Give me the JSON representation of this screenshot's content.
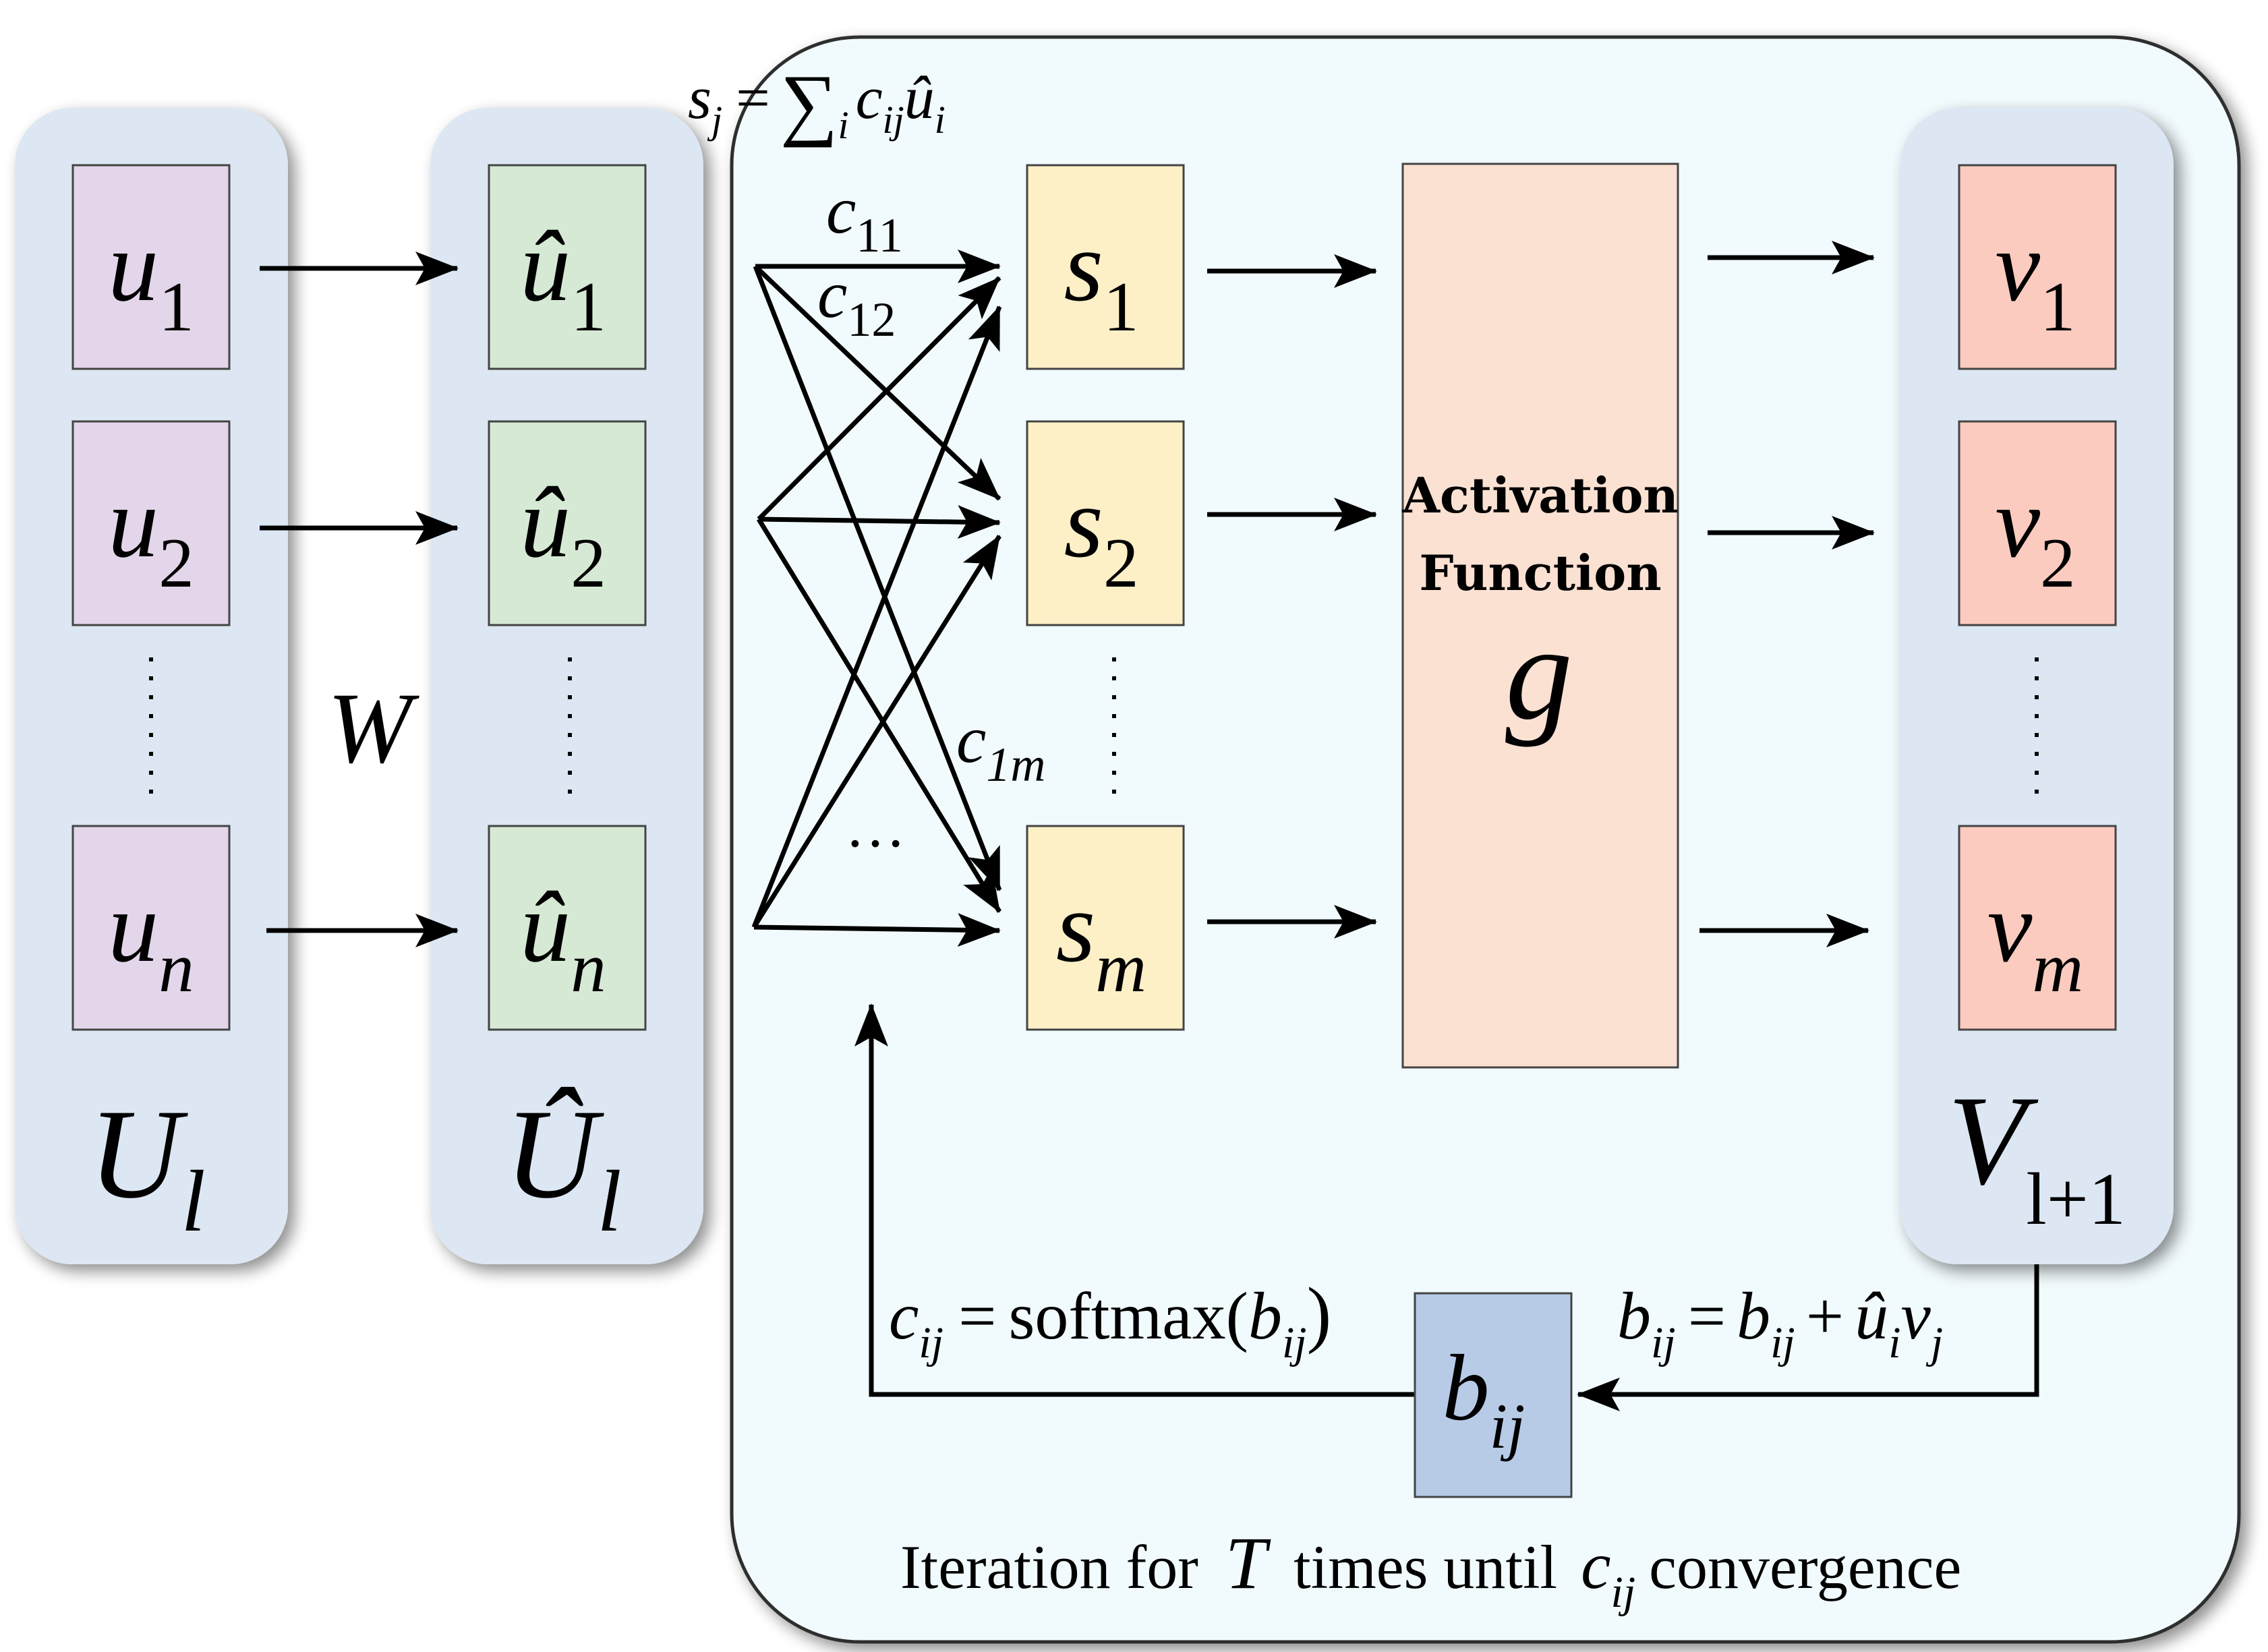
{
  "colors": {
    "iteration_panel": "#f1fafd",
    "panel_border": "#2f2f2f",
    "column_bg": "#dce7f3",
    "u_box": "#e3d6ea",
    "uhat_box": "#d6e9d4",
    "s_box": "#fdf0c7",
    "activation_box": "#fbe1d2",
    "v_box": "#fbcbc0",
    "b_box": "#b7cbe7",
    "stroke": "#000000"
  },
  "input_capsules": {
    "items": [
      {
        "symbol": "u",
        "subscript": "1"
      },
      {
        "symbol": "u",
        "subscript": "2"
      },
      {
        "symbol": "u",
        "subscript": "n"
      }
    ],
    "label": {
      "symbol": "U",
      "subscript": "l"
    }
  },
  "weight_label": "W",
  "prediction_vectors": {
    "items": [
      {
        "symbol": "û",
        "subscript": "1"
      },
      {
        "symbol": "û",
        "subscript": "2"
      },
      {
        "symbol": "û",
        "subscript": "n"
      }
    ],
    "label": {
      "symbol": "Û",
      "subscript": "l"
    }
  },
  "sum_formula": {
    "lhs": "s",
    "lhs_sub": "j",
    "eq": "=",
    "sigma": "∑",
    "sigma_sub": "i",
    "c": "c",
    "c_sub": "ij",
    "u": "û",
    "u_sub": "i"
  },
  "coupling_labels": [
    {
      "symbol": "c",
      "subscript": "11"
    },
    {
      "symbol": "c",
      "subscript": "12"
    },
    {
      "symbol": "c",
      "subscript": "1m"
    }
  ],
  "ellipsis": "…",
  "weighted_sums": {
    "items": [
      {
        "symbol": "s",
        "subscript": "1"
      },
      {
        "symbol": "s",
        "subscript": "2"
      },
      {
        "symbol": "s",
        "subscript": "m"
      }
    ]
  },
  "activation": {
    "line1": "Activation",
    "line2": "Function",
    "symbol": "g"
  },
  "output_capsules": {
    "items": [
      {
        "symbol": "v",
        "subscript": "1"
      },
      {
        "symbol": "v",
        "subscript": "2"
      },
      {
        "symbol": "v",
        "subscript": "m"
      }
    ],
    "label": {
      "symbol": "V",
      "subscript": "l+1"
    }
  },
  "routing": {
    "b_symbol": "b",
    "b_sub": "ij",
    "softmax": {
      "c": "c",
      "c_sub": "ij",
      "eq": "=",
      "fn": "softmax(",
      "b": "b",
      "b_sub": "ij",
      "close": ")"
    },
    "update": {
      "b": "b",
      "b_sub": "ij",
      "eq": "=",
      "b2": "b",
      "b2_sub": "ij",
      "plus": "+",
      "u": "û",
      "u_sub": "i",
      "v": "v",
      "v_sub": "j"
    }
  },
  "caption": {
    "part1": "Iteration for",
    "T": "T",
    "part2": "times until",
    "c": "c",
    "c_sub": "ij",
    "part3": "convergence"
  }
}
